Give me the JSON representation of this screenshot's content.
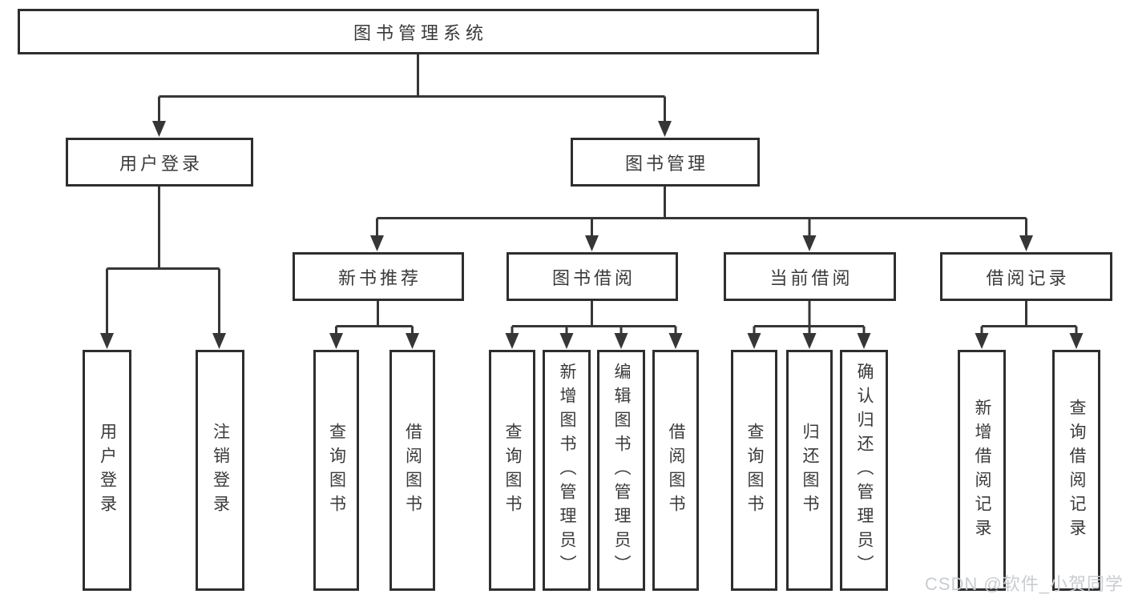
{
  "colors": {
    "background": "#ffffff",
    "line": "#363636",
    "box_border": "#2e2e2e",
    "text": "#3a3a3a",
    "watermark": "#c9ccd1"
  },
  "watermark": {
    "text": "CSDN @软件_小贺同学"
  },
  "diagram": {
    "root": {
      "label": "图书管理系统"
    },
    "branches": [
      {
        "label": "用户登录",
        "children": [
          {
            "label": "用户登录"
          },
          {
            "label": "注销登录"
          }
        ]
      },
      {
        "label": "图书管理",
        "children": [
          {
            "label": "新书推荐",
            "children": [
              {
                "label": "查询图书"
              },
              {
                "label": "借阅图书"
              }
            ]
          },
          {
            "label": "图书借阅",
            "children": [
              {
                "label": "查询图书"
              },
              {
                "label": "新增图书（管理员）"
              },
              {
                "label": "编辑图书（管理员）"
              },
              {
                "label": "借阅图书"
              }
            ]
          },
          {
            "label": "当前借阅",
            "children": [
              {
                "label": "查询图书"
              },
              {
                "label": "归还图书"
              },
              {
                "label": "确认归还（管理员）"
              }
            ]
          },
          {
            "label": "借阅记录",
            "children": [
              {
                "label": "新增借阅记录"
              },
              {
                "label": "查询借阅记录"
              }
            ]
          }
        ]
      }
    ]
  }
}
